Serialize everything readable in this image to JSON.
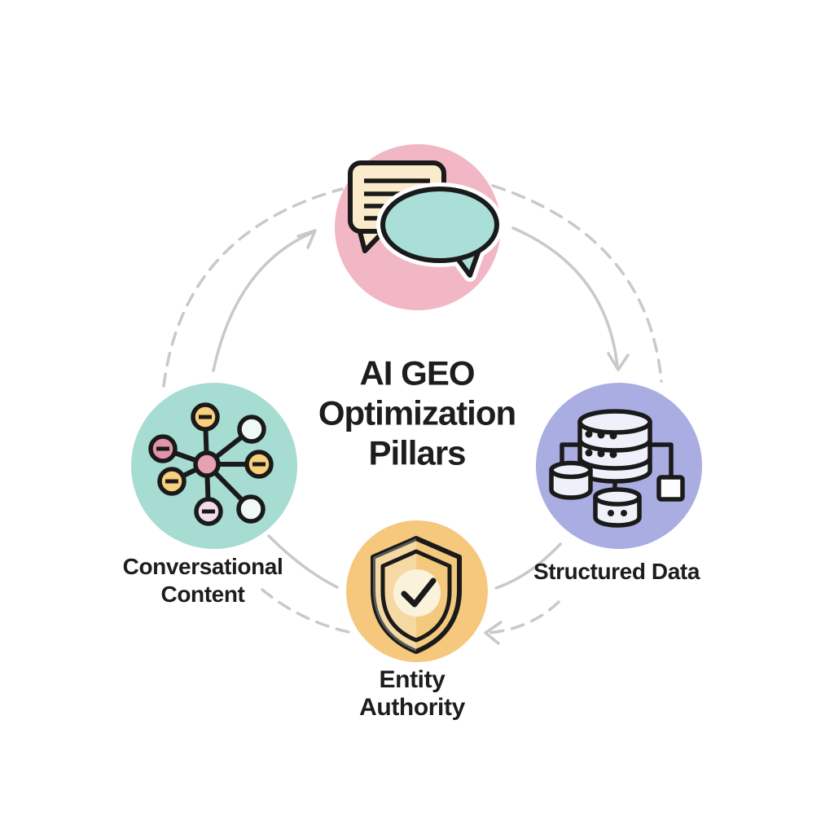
{
  "diagram": {
    "title": "AI GEO Optimization Pillars",
    "title_lines": [
      "AI GEO",
      "Optimization",
      "Pillars"
    ],
    "flow_direction": "clockwise",
    "arrow_color": "#c9c9c9",
    "text_color": "#1d1d1f",
    "background_color": "#ffffff",
    "nodes": {
      "top": {
        "name": "conversational-ai-chat",
        "icon": "chat-bubbles-icon",
        "color": "#f2b7c5"
      },
      "left": {
        "name": "conversational-content",
        "icon": "network-nodes-icon",
        "color": "#a6dcd2",
        "label": "Conversational Content",
        "label_lines": [
          "Conversational",
          "Content"
        ]
      },
      "right": {
        "name": "structured-data",
        "icon": "database-icon",
        "color": "#a9ade2",
        "label": "Structured Data",
        "label_lines": [
          "Structured Data"
        ]
      },
      "bottom": {
        "name": "entity-authority",
        "icon": "shield-check-icon",
        "color": "#f5c87d",
        "label": "Entity Authority",
        "label_lines": [
          "Entity",
          "Authority"
        ]
      }
    },
    "icon_colors": {
      "outline_ink": "#1a1a1a",
      "chat_rect_fill": "#faeccb",
      "chat_oval_fill": "#a9dfd8",
      "network_node_yellow": "#f7cf7d",
      "network_node_pink": "#e193ab",
      "network_node_pink_light": "#f2dcea",
      "network_hub_pink": "#e8a0b4",
      "network_node_empty": "#eff9f6",
      "database_fill": "#eef1f9",
      "database_square_fill": "#fdfdff",
      "shield_fill": "#f3c97e",
      "shield_badge_fill": "#fbf2dc"
    }
  }
}
